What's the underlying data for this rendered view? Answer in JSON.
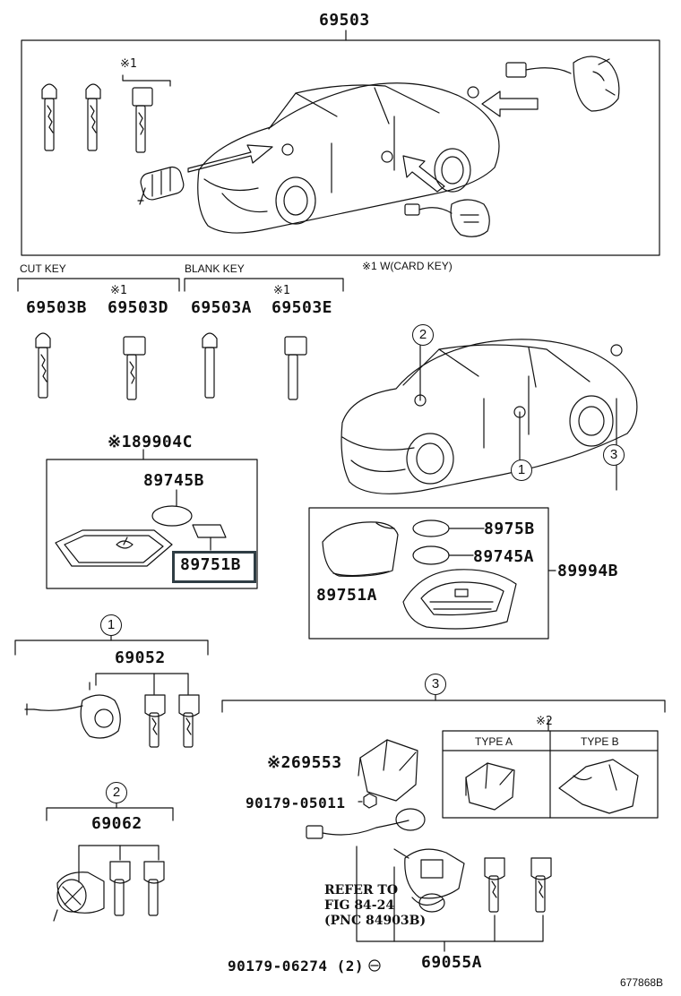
{
  "header": {
    "main_part": "69503"
  },
  "notes": {
    "card_key_mark": "※1",
    "card_key_note": "※1 W(CARD KEY)",
    "type_mark": "※2"
  },
  "groups": {
    "cut_key": "CUT KEY",
    "blank_key": "BLANK KEY"
  },
  "keys": {
    "cut_a": "69503B",
    "cut_b": "69503D",
    "blank_a": "69503A",
    "blank_b": "69503E",
    "mark_b": "※1",
    "mark_d": "※1"
  },
  "card_key": {
    "title": "※189904C",
    "battery": "89745B",
    "cover": "89751B"
  },
  "remote": {
    "cover": "89751A",
    "seal": "8975B",
    "battery": "89745A",
    "assy": "89994B"
  },
  "callouts": {
    "c1": "1",
    "c2": "2",
    "c3": "3"
  },
  "set1": {
    "marker": "1",
    "part": "69052"
  },
  "set2": {
    "marker": "2",
    "part": "69062"
  },
  "set3": {
    "marker": "3",
    "cover": "※269553",
    "screw": "90179-05011",
    "screw2": "90179-06274 (2)",
    "part": "69055A",
    "reference": "REFER TO\nFIG 84-24\n(PNC 84903B)",
    "type_a": "TYPE A",
    "type_b": "TYPE B"
  },
  "footer_code": "677868B",
  "colors": {
    "highlight": "#2f3d44",
    "line": "#111111"
  }
}
